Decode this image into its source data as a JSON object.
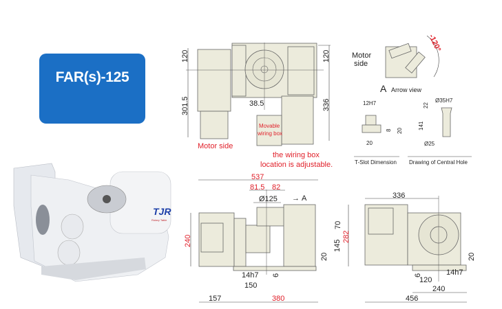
{
  "title": "FAR(s)-125",
  "photo": {
    "logo_text": "TJR",
    "logo_subtext": "Rotary Table"
  },
  "top_view": {
    "dim_left_top": "120",
    "dim_left_bottom": "301.5",
    "dim_right_top": "120",
    "dim_right_bottom": "336",
    "dim_offset": "38.5",
    "wiring_box_label_1": "Movable",
    "wiring_box_label_2": "wiring box",
    "motor_side_label": "Motor side",
    "note_1": "the wiring box",
    "note_2": "location is adjustable."
  },
  "arrow_view": {
    "motor_side_1": "Motor",
    "motor_side_2": "side",
    "angle": "-120°",
    "letter": "A",
    "caption": "Arrow view"
  },
  "t_slot": {
    "width": "12H7",
    "depth_small": "8",
    "depth": "20",
    "base_width": "20",
    "caption": "T-Slot Dimension"
  },
  "central_hole": {
    "top_depth": "22",
    "depth": "141",
    "top_diameter": "Ø35H7",
    "diameter": "Ø25",
    "caption": "Drawing of Central Hole"
  },
  "front_view": {
    "overall_length": "537",
    "offset_left": "81.5",
    "offset_right": "82",
    "table_diameter": "Ø125",
    "arrow_label": "A",
    "height": "240",
    "dim_70": "70",
    "dim_145": "145",
    "overall_height": "282",
    "dim_20": "20",
    "key_width": "14h7",
    "key_height": "6",
    "dim_150": "150",
    "dim_157": "157",
    "dim_380": "380"
  },
  "side_view": {
    "width": "336",
    "dim_20": "20",
    "key_height": "6",
    "dim_120": "120",
    "key_width": "14h7",
    "dim_240": "240",
    "overall_width": "456"
  }
}
